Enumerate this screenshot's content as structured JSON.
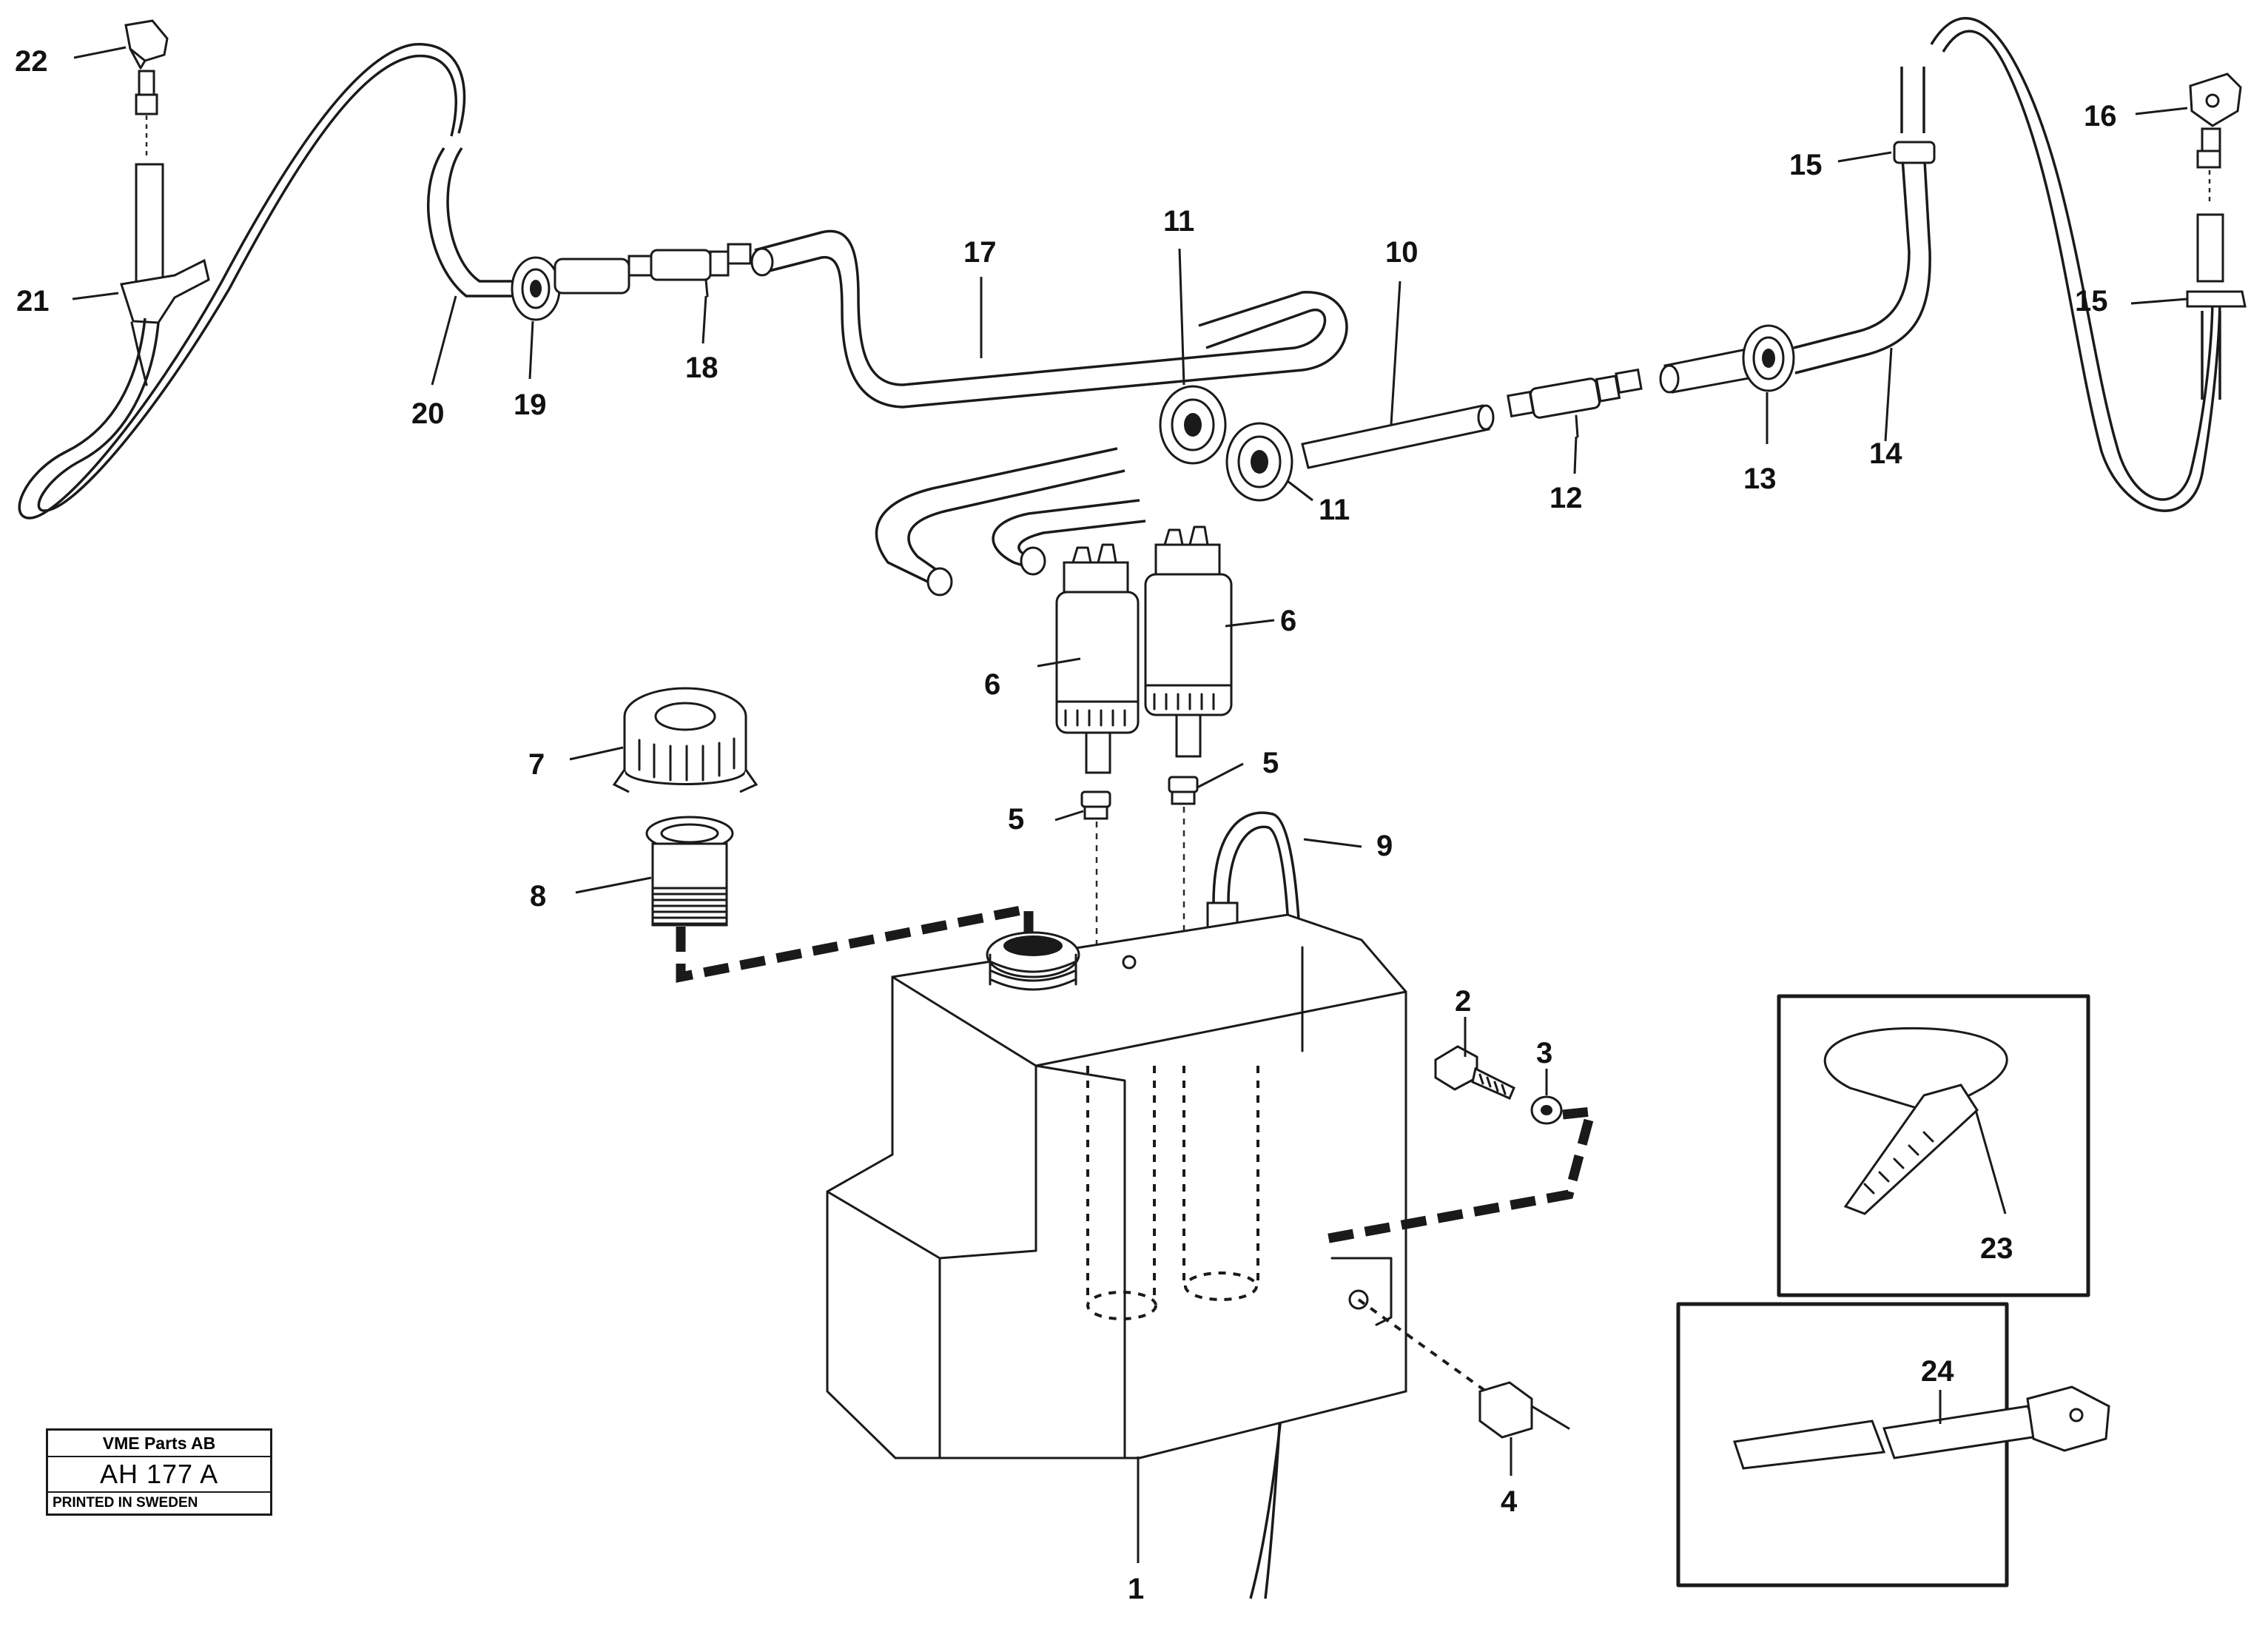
{
  "stamp": {
    "company": "VME Parts AB",
    "code": "AH 177  A",
    "printed": "PRINTED IN SWEDEN"
  },
  "callouts": {
    "c1": "1",
    "c2": "2",
    "c3": "3",
    "c4": "4",
    "c5a": "5",
    "c5b": "5",
    "c6a": "6",
    "c6b": "6",
    "c7": "7",
    "c8": "8",
    "c9": "9",
    "c10": "10",
    "c11a": "11",
    "c11b": "11",
    "c12": "12",
    "c13": "13",
    "c14": "14",
    "c15a": "15",
    "c15b": "15",
    "c16": "16",
    "c17": "17",
    "c18": "18",
    "c19": "19",
    "c20": "20",
    "c21": "21",
    "c22": "22",
    "c23": "23",
    "c24": "24"
  }
}
